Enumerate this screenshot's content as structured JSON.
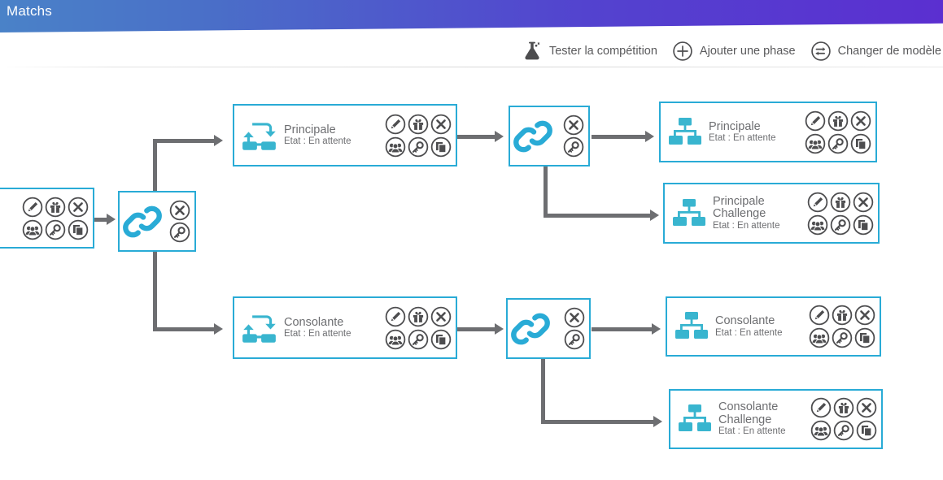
{
  "header": {
    "title": "Matchs"
  },
  "toolbar": {
    "items": [
      {
        "label": "Tester la compétition",
        "icon": "flask-icon"
      },
      {
        "label": "Ajouter une phase",
        "icon": "plus-circle-icon"
      },
      {
        "label": "Changer de modèle",
        "icon": "swap-circle-icon"
      }
    ]
  },
  "colors": {
    "accent": "#29abd6",
    "icon_cyan": "#39b5cf",
    "text_gray": "#6d6e71",
    "connector": "#6d6e71",
    "header_from": "#4a82c8",
    "header_to": "#5b2fd0"
  },
  "action_icons": {
    "edit": "pencil-icon",
    "gift": "gift-icon",
    "delete": "x-circle-icon",
    "players": "people-icon",
    "key": "key-icon",
    "duplicate": "copy-icon"
  },
  "nodes": {
    "root_competition": {
      "name": "competition-node",
      "type": "actions-only",
      "title": "",
      "state": ""
    },
    "root_link": {
      "name": "link-node-root",
      "type": "link"
    },
    "principale_pool": {
      "name": "phase-node-principale",
      "type": "pool",
      "title": "Principale",
      "title2": "",
      "state": "Etat : En attente"
    },
    "consolante_pool": {
      "name": "phase-node-consolante",
      "type": "pool",
      "title": "Consolante",
      "title2": "",
      "state": "Etat : En attente"
    },
    "link_top": {
      "name": "link-node-principale",
      "type": "link"
    },
    "link_bottom": {
      "name": "link-node-consolante",
      "type": "link"
    },
    "principale_tree": {
      "name": "phase-node-principale-tableau",
      "type": "tree",
      "title": "Principale",
      "title2": "",
      "state": "Etat : En attente"
    },
    "principale_challenge": {
      "name": "phase-node-principale-challenge",
      "type": "tree",
      "title": "Principale",
      "title2": "Challenge",
      "state": "Etat : En attente"
    },
    "consolante_tree": {
      "name": "phase-node-consolante-tableau",
      "type": "tree",
      "title": "Consolante",
      "title2": "",
      "state": "Etat : En attente"
    },
    "consolante_challenge": {
      "name": "phase-node-consolante-challenge",
      "type": "tree",
      "title": "Consolante",
      "title2": "Challenge",
      "state": "Etat : En attente"
    }
  }
}
